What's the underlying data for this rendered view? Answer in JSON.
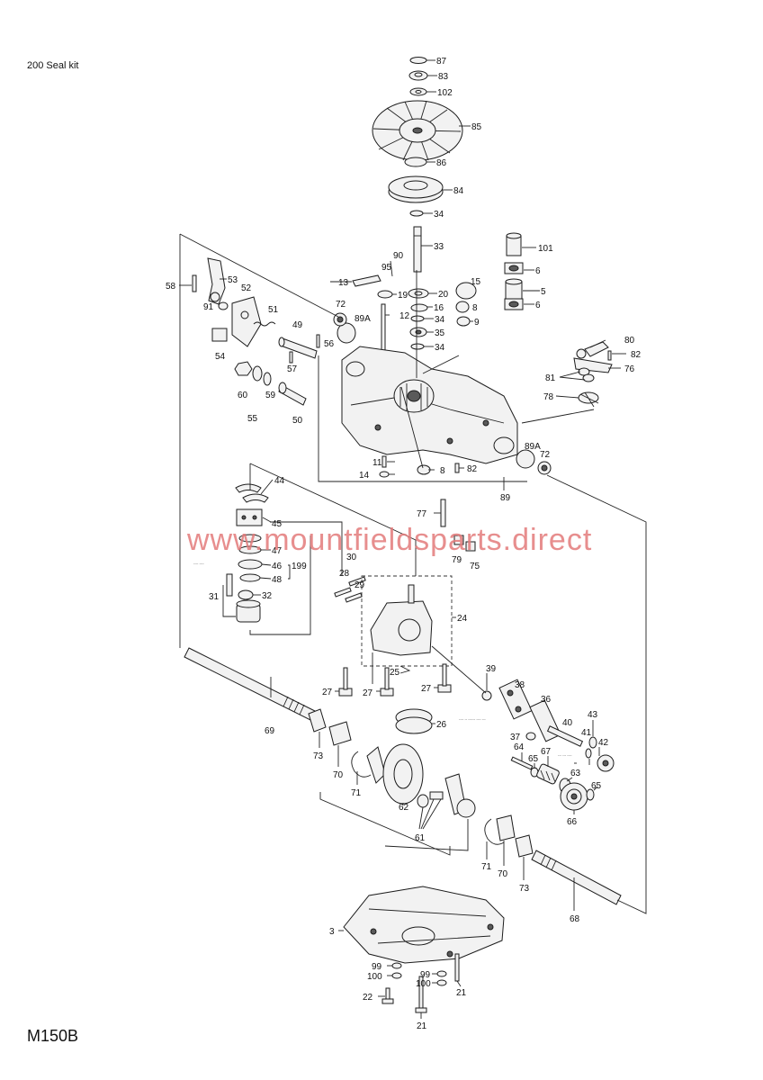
{
  "header": {
    "kit_note": "200 Seal kit"
  },
  "footer": {
    "model_code": "M150B"
  },
  "watermark": {
    "text": "www.mountfieldsparts.direct",
    "color": "#e37a7a"
  },
  "callouts": {
    "c87": "87",
    "c83": "83",
    "c102": "102",
    "c85": "85",
    "c86": "86",
    "c84": "84",
    "c34a": "34",
    "c33": "33",
    "c101": "101",
    "c6a": "6",
    "c15": "15",
    "c5": "5",
    "c6b": "6",
    "c90": "90",
    "c95": "95",
    "c13": "13",
    "c19": "19",
    "c20": "20",
    "c16": "16",
    "c8a": "8",
    "c12": "12",
    "c34b": "34",
    "c9": "9",
    "c35": "35",
    "c34c": "34",
    "c58": "58",
    "c53": "53",
    "c52": "52",
    "c91": "91",
    "c51": "51",
    "c72a": "72",
    "c89Aa": "89A",
    "c49": "49",
    "c56": "56",
    "c54": "54",
    "c57": "57",
    "c60": "60",
    "c59": "59",
    "c55": "55",
    "c50": "50",
    "c80": "80",
    "c82a": "82",
    "c76": "76",
    "c81": "81",
    "c78": "78",
    "c89Ab": "89A",
    "c72b": "72",
    "c11": "11",
    "c14": "14",
    "c8b": "8",
    "c82b": "82",
    "c89": "89",
    "c44": "44",
    "c45": "45",
    "c47": "47",
    "c46": "46",
    "c199": "199",
    "c48": "48",
    "c30": "30",
    "c28": "28",
    "c29": "29",
    "c31": "31",
    "c32": "32",
    "c77": "77",
    "c79": "79",
    "c75": "75",
    "c24": "24",
    "c25": "25",
    "c27a": "27",
    "c27b": "27",
    "c27c": "27",
    "c39": "39",
    "c38": "38",
    "c36": "36",
    "c37": "37",
    "c40": "40",
    "c43": "43",
    "c41": "41",
    "c42": "42",
    "c64": "64",
    "c65a": "65",
    "c67": "67",
    "c63": "63",
    "c65b": "65",
    "c66": "66",
    "c69": "69",
    "c73a": "73",
    "c70a": "70",
    "c71a": "71",
    "c26": "26",
    "c62": "62",
    "c61": "61",
    "c71b": "71",
    "c70b": "70",
    "c73b": "73",
    "c68": "68",
    "c3": "3",
    "c99a": "99",
    "c100a": "100",
    "c22": "22",
    "c99b": "99",
    "c100b": "100",
    "c21a": "21",
    "c21b": "21"
  }
}
